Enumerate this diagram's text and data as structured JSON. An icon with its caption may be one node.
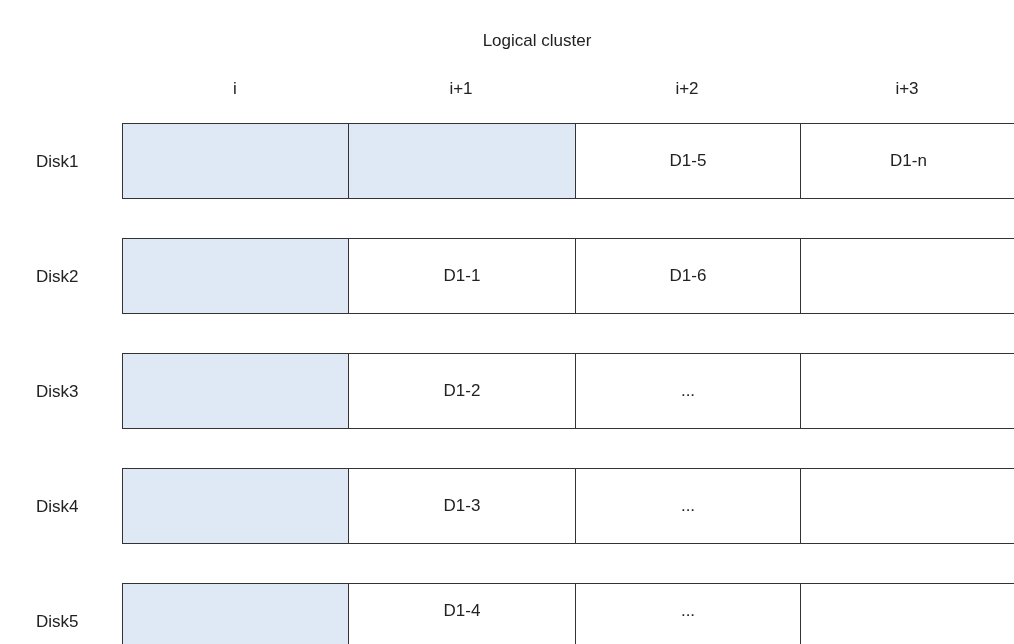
{
  "diagram": {
    "nodes": [
      {
        "text": [],
        "shape": "box"
      },
      {
        "text": [],
        "shape": "box"
      },
      {
        "text": [
          "D1-5"
        ]
      },
      {
        "text": [
          "D1-n"
        ]
      },
      {
        "text": [],
        "shape": "box"
      },
      {
        "text": [
          "D1-1"
        ]
      },
      {
        "text": [
          "D1-6"
        ]
      },
      {
        "text": [],
        "shape": "box"
      },
      {
        "text": [],
        "shape": "box"
      },
      {
        "text": [
          "D1-2"
        ]
      },
      {
        "text": [
          "..."
        ]
      },
      {
        "text": [],
        "shape": "box"
      },
      {
        "text": [],
        "shape": "box"
      },
      {
        "text": [
          "D1-3"
        ]
      },
      {
        "text": [
          "..."
        ]
      },
      {
        "text": [],
        "shape": "box"
      },
      {
        "text": [],
        "shape": "box"
      },
      {
        "text": [
          "D1-4"
        ]
      },
      {
        "text": [
          "..."
        ]
      },
      {
        "text": [],
        "shape": "box"
      }
    ],
    "labels": [
      "Logical cluster",
      "i",
      "i+1",
      "i+2",
      "i+3",
      "Disk1",
      "Disk2",
      "Disk3",
      "Disk4",
      "Disk5"
    ]
  }
}
